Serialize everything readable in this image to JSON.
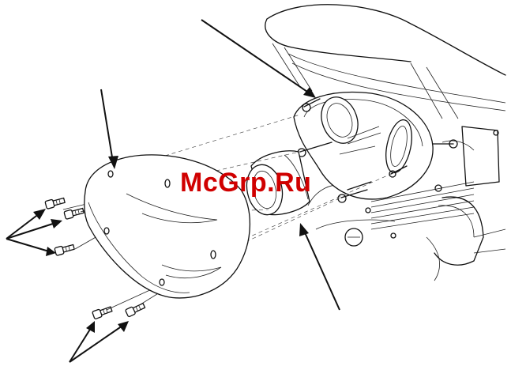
{
  "watermark": {
    "text": "McGrp.Ru",
    "color": "#d00000"
  },
  "icons": {
    "cover": "air-cleaner-cover",
    "element": "air-filter-element",
    "housing": "air-cleaner-housing",
    "engine": "engine-block",
    "screws": "screw"
  }
}
